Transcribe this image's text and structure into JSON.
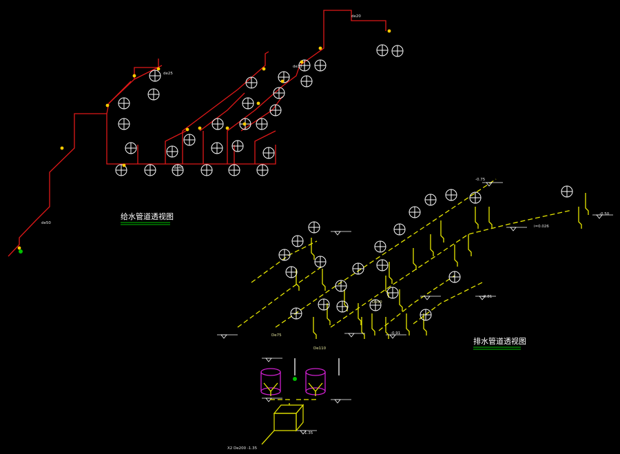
{
  "colors": {
    "background": "#000000",
    "supply_pipe": "#e01818",
    "drain_pipe": "#e8e800",
    "fixture": "#ffffff",
    "valve": "#ffcc00",
    "tank": "#d020d0",
    "underline_green": "#00c000"
  },
  "supply": {
    "title": "给水管道透视图",
    "annotations": {
      "top": "de20",
      "left_a": "de25",
      "left_b": "de32",
      "main": "de40",
      "inlet": "de50"
    }
  },
  "drain": {
    "title": "排水管道透视图",
    "annotations": {
      "d1": "De75",
      "d2": "De110",
      "d3": "De50",
      "lvl_a": "-0.75",
      "lvl_b": "-0.81",
      "lvl_c": "-0.91",
      "lvl_d": "-0.50",
      "lvl_e": "-1.35",
      "slope": "i=0.026"
    },
    "outlet": "X2 De200 -1.35"
  }
}
